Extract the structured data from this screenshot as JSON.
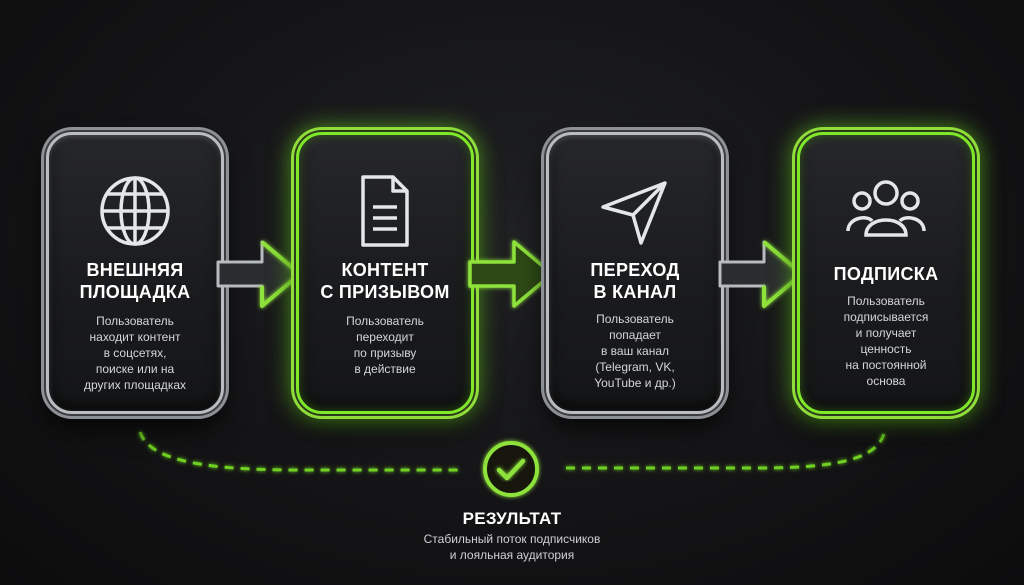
{
  "steps": [
    {
      "title": "ВНЕШНЯЯ\nПЛОЩАДКА",
      "description": "Пользователь\nнаходит контент\nв соцсетях,\nпоиске или на\nдругих площадках",
      "icon": "globe-icon",
      "highlighted": false
    },
    {
      "title": "КОНТЕНТ\nС ПРИЗЫВОМ",
      "description": "Пользователь\nпереходит\nпо призыву\nв действие",
      "icon": "document-icon",
      "highlighted": true
    },
    {
      "title": "ПЕРЕХОД\nВ КАНАЛ",
      "description": "Пользователь\nпопадает\nв ваш канал\n(Telegram, VK,\nYouTube и др.)",
      "icon": "paper-plane-icon",
      "highlighted": false
    },
    {
      "title": "ПОДПИСКА",
      "description": "Пользователь\nподписывается\nи получает\nценность\nна постоянной\nоснова",
      "icon": "users-icon",
      "highlighted": true
    }
  ],
  "result": {
    "title": "РЕЗУЛЬТАТ",
    "description": "Стабильный поток подписчиков\nи лояльная аудитория",
    "icon": "checkmark-icon"
  },
  "colors": {
    "accent": "#7ee829",
    "silver": "#b9bcc0",
    "background": "#141416"
  }
}
